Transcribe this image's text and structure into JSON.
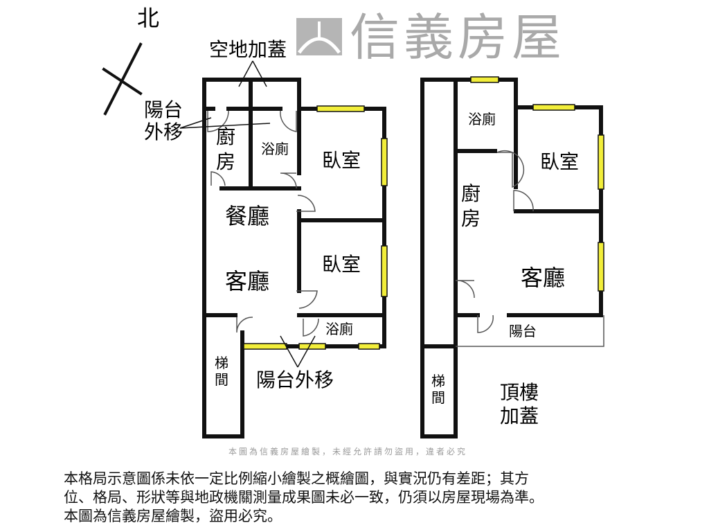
{
  "compass": {
    "north_label": "北"
  },
  "left_plan": {
    "rooms": {
      "empty_land_addition": "空地加蓋",
      "balcony_moved_top": "陽台外移",
      "kitchen": "廚房",
      "bathroom_top": "浴廁",
      "bedroom_top": "臥室",
      "dining": "餐廳",
      "living": "客廳",
      "bedroom_middle": "臥室",
      "bathroom_bottom": "浴廁",
      "stairs": "梯間",
      "balcony_moved_bottom": "陽台外移"
    }
  },
  "right_plan": {
    "rooms": {
      "bathroom": "浴廁",
      "bedroom": "臥室",
      "kitchen": "廚房",
      "living": "客廳",
      "balcony": "陽台",
      "stairs": "梯間",
      "rooftop_addition": "頂樓加蓋"
    }
  },
  "watermark": {
    "brand": "信義房屋",
    "notice": "本圖為信義房屋繪製，未經允許請勿盜用，違者必究"
  },
  "disclaimer": {
    "lines": [
      "本格局示意圖係未依一定比例縮小繪製之概繪圖，與實況仍有差距；其方",
      "位、格局、形狀等與地政機關測量成果圖未必一致，仍須以房屋現場為準。",
      "本圖為信義房屋繪製，盜用必究。"
    ]
  },
  "colors": {
    "wall": "#111111",
    "window": "#f2ee3a",
    "watermark": "#a9a9a9"
  }
}
